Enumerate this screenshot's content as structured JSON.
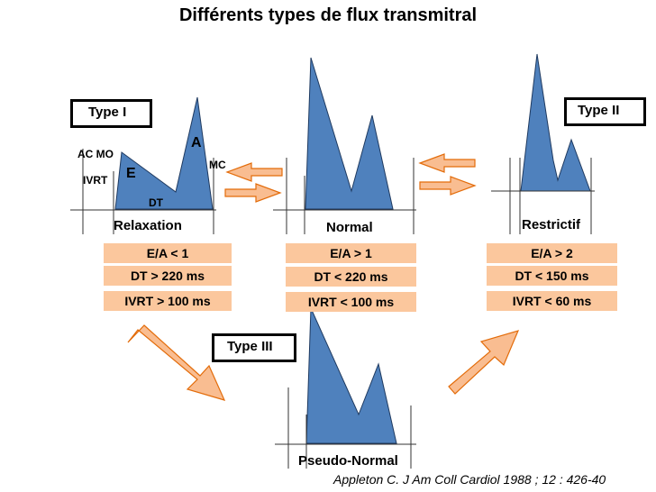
{
  "title": "Différents types de flux transmitral",
  "type_labels": {
    "type1": "Type I",
    "type2": "Type II",
    "type3": "Type III"
  },
  "panels": {
    "relaxation": {
      "name": "Relaxation",
      "annotations": {
        "ac_mo": "AC MO",
        "ivrt": "IVRT",
        "e": "E",
        "a": "A",
        "mc": "MC",
        "dt": "DT"
      },
      "criteria": [
        "E/A < 1",
        "DT > 220 ms",
        "IVRT > 100 ms"
      ]
    },
    "normal": {
      "name": "Normal",
      "criteria": [
        "E/A > 1",
        "DT < 220 ms",
        "IVRT < 100 ms"
      ]
    },
    "restrictif": {
      "name": "Restrictif",
      "criteria": [
        "E/A > 2",
        "DT < 150 ms",
        "IVRT < 60 ms"
      ]
    },
    "pseudo_normal": {
      "name": "Pseudo-Normal"
    }
  },
  "reference": "Appleton C. J Am Coll Cardiol 1988 ; 12 : 426-40",
  "colors": {
    "waveform": "#4f81bd",
    "criteria_bg": "#fbc79d",
    "arrow_fill": "#f9bd91",
    "arrow_stroke": "#e36c0a"
  }
}
